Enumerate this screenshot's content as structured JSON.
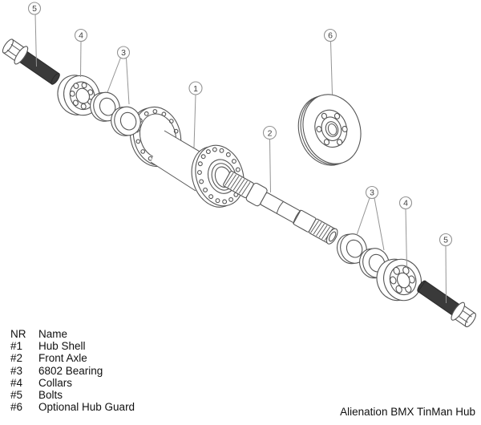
{
  "diagram": {
    "callouts": [
      {
        "id": "callout-5-top",
        "label": "5"
      },
      {
        "id": "callout-4-top",
        "label": "4"
      },
      {
        "id": "callout-3-top",
        "label": "3"
      },
      {
        "id": "callout-1",
        "label": "1"
      },
      {
        "id": "callout-2",
        "label": "2"
      },
      {
        "id": "callout-6",
        "label": "6"
      },
      {
        "id": "callout-3-bottom",
        "label": "3"
      },
      {
        "id": "callout-4-bottom",
        "label": "4"
      },
      {
        "id": "callout-5-bottom",
        "label": "5"
      }
    ]
  },
  "legend": {
    "rows": [
      {
        "nr": "NR",
        "name": "Name"
      },
      {
        "nr": "#1",
        "name": "Hub Shell"
      },
      {
        "nr": "#2",
        "name": "Front Axle"
      },
      {
        "nr": "#3",
        "name": "6802 Bearing"
      },
      {
        "nr": "#4",
        "name": "Collars"
      },
      {
        "nr": "#5",
        "name": "Bolts"
      },
      {
        "nr": "#6",
        "name": "Optional Hub Guard"
      }
    ]
  },
  "footer": {
    "title": "Alienation BMX TinMan Hub"
  },
  "colors": {
    "outline": "#555555",
    "leader": "#949494",
    "bolt_fill": "#3a3a3a",
    "text": "#111111",
    "background": "#ffffff"
  }
}
